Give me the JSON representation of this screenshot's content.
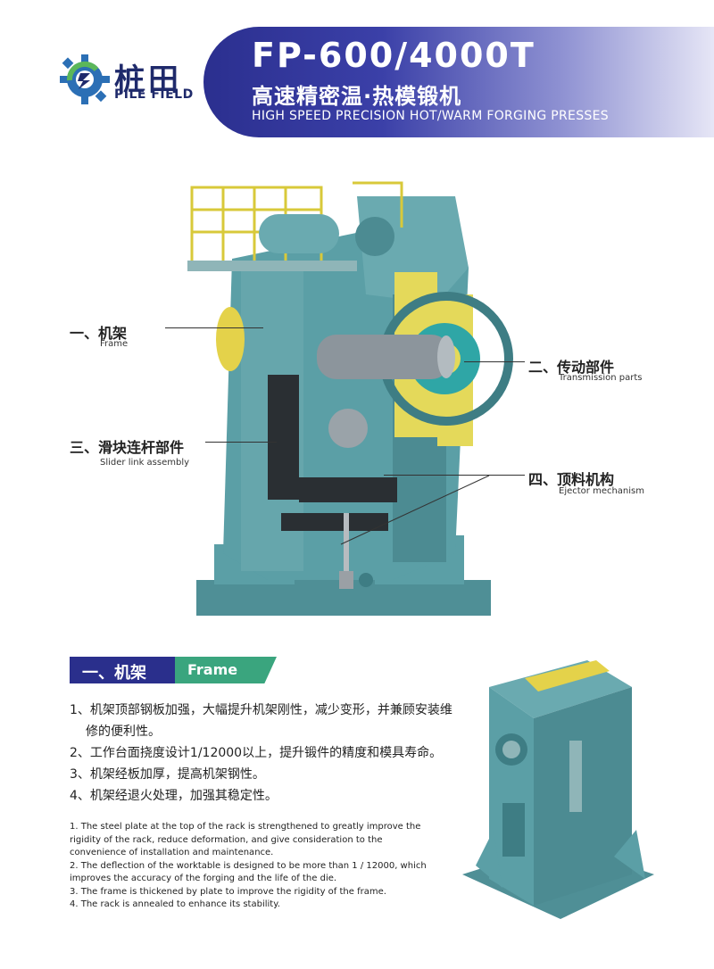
{
  "brand": {
    "name_cn": "桩田",
    "name_en": "PILE FIELD"
  },
  "header": {
    "model": "FP-600/4000T",
    "title_cn": "高速精密温·热模锻机",
    "title_en": "HIGH SPEED PRECISION HOT/WARM FORGING PRESSES"
  },
  "callouts": [
    {
      "cn": "一、机架",
      "en": "Frame"
    },
    {
      "cn": "二、传动部件",
      "en": "Transmission parts"
    },
    {
      "cn": "三、滑块连杆部件",
      "en": "Slider link assembly"
    },
    {
      "cn": "四、顶料机构",
      "en": "Ejector mechanism"
    }
  ],
  "section": {
    "label_cn": "一、机架",
    "label_en": "Frame",
    "items_cn": [
      "1、机架顶部钢板加强，大幅提升机架刚性，减少变形，并兼顾安装维修的便利性。",
      "2、工作台面挠度设计1/12000以上，提升锻件的精度和模具寿命。",
      "3、机架经板加厚，提高机架钢性。",
      "4、机架经退火处理，加强其稳定性。"
    ],
    "items_en": [
      "1. The steel plate at the top of the rack is strengthened to greatly improve the rigidity of the rack, reduce deformation, and give consideration to the convenience of installation and maintenance.",
      "2. The deflection of the worktable is designed to be more than 1 / 12000, which improves the accuracy of the forging and the life of the die.",
      "3. The frame is thickened by plate to improve the rigidity of the frame.",
      "4. The rack is annealed to enhance its stability."
    ]
  },
  "colors": {
    "navy": "#2a2f8c",
    "green": "#3aa57e",
    "machine_teal": "#5b9fa6",
    "accent_yellow": "#e9d63a"
  }
}
